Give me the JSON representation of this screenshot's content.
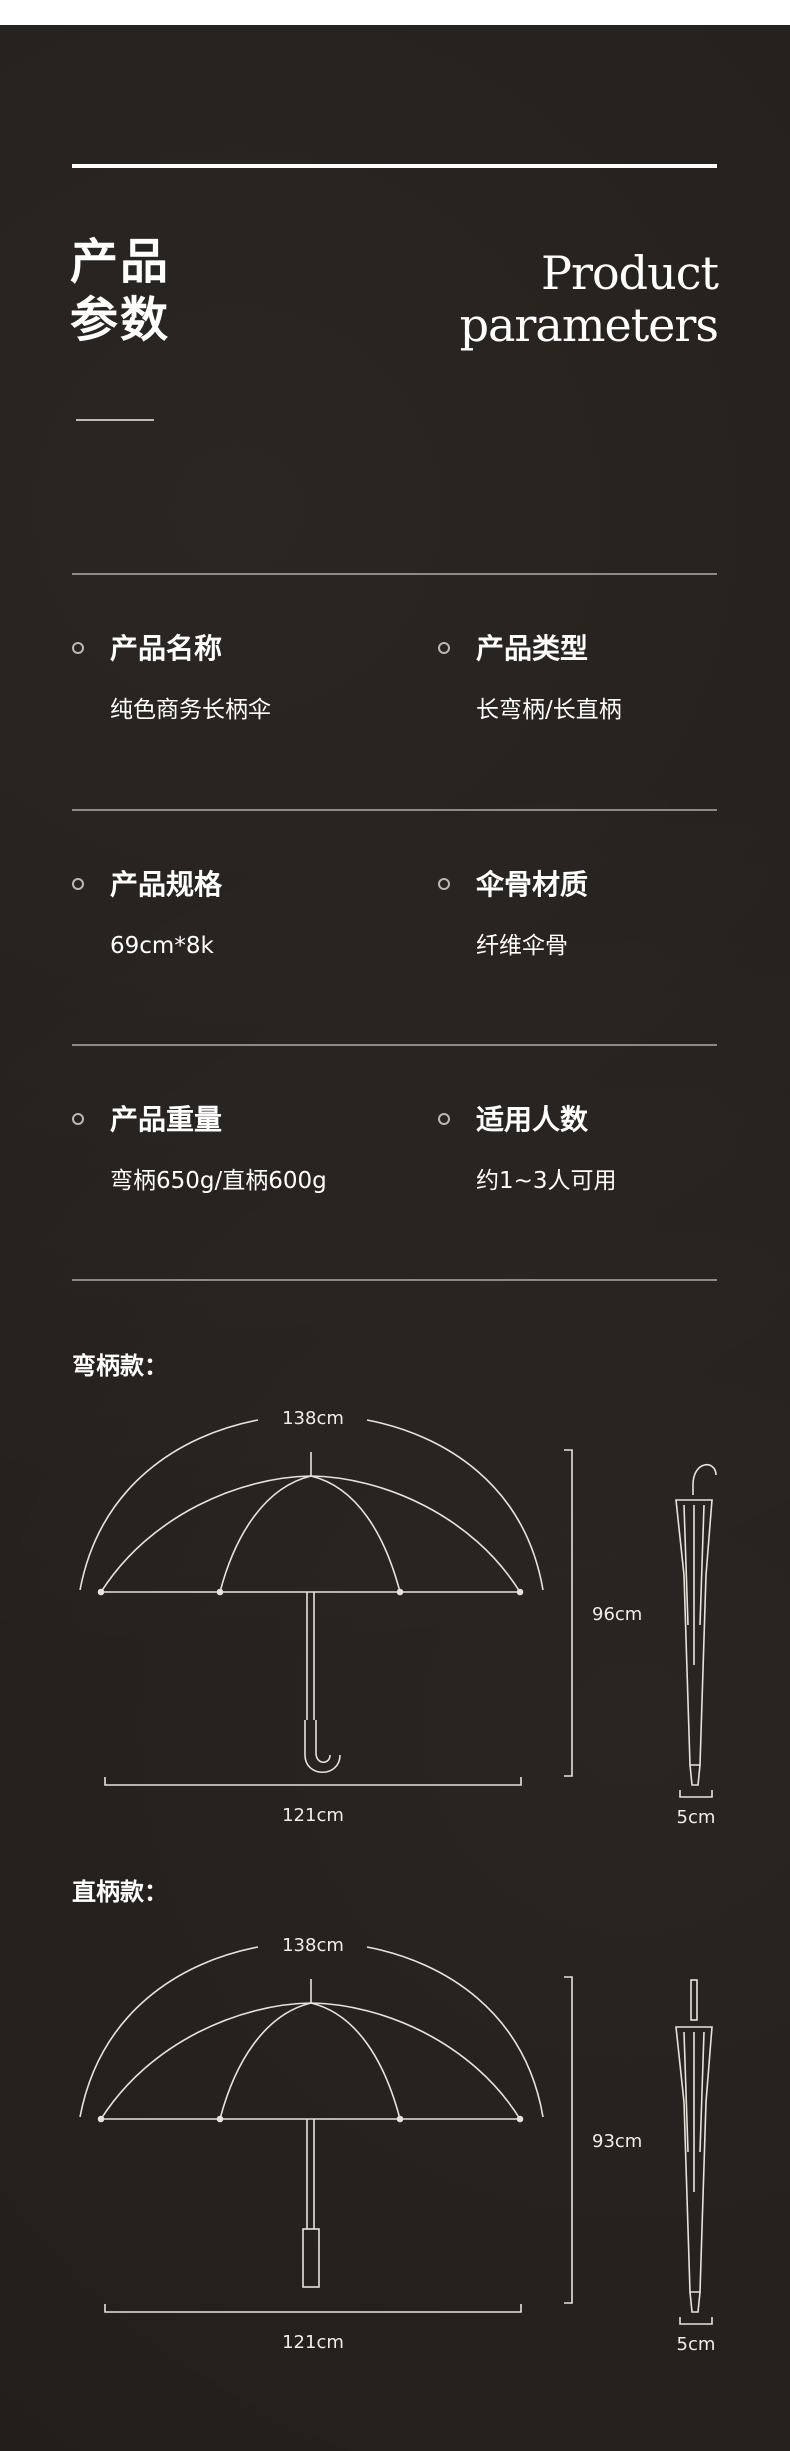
{
  "header": {
    "title_cn_line1": "产品",
    "title_cn_line2": "参数",
    "title_en_line1": "Product",
    "title_en_line2": "parameters"
  },
  "params": [
    {
      "label": "产品名称",
      "value": "纯色商务长柄伞"
    },
    {
      "label": "产品类型",
      "value": "长弯柄/长直柄"
    },
    {
      "label": "产品规格",
      "value": "69cm*8k"
    },
    {
      "label": "伞骨材质",
      "value": "纤维伞骨"
    },
    {
      "label": "产品重量",
      "value": "弯柄650g/直柄600g"
    },
    {
      "label": "适用人数",
      "value": "约1~3人可用"
    }
  ],
  "diagrams": [
    {
      "section_title": "弯柄款：",
      "arc_width": "138cm",
      "span_width": "121cm",
      "height": "96cm",
      "folded_width": "5cm",
      "handle": "curved"
    },
    {
      "section_title": "直柄款：",
      "arc_width": "138cm",
      "span_width": "121cm",
      "height": "93cm",
      "folded_width": "5cm",
      "handle": "straight"
    }
  ],
  "colors": {
    "background": "#221e1b",
    "text": "#ffffff",
    "separator": "#8e8983",
    "line_art": "#e6e2dc"
  }
}
